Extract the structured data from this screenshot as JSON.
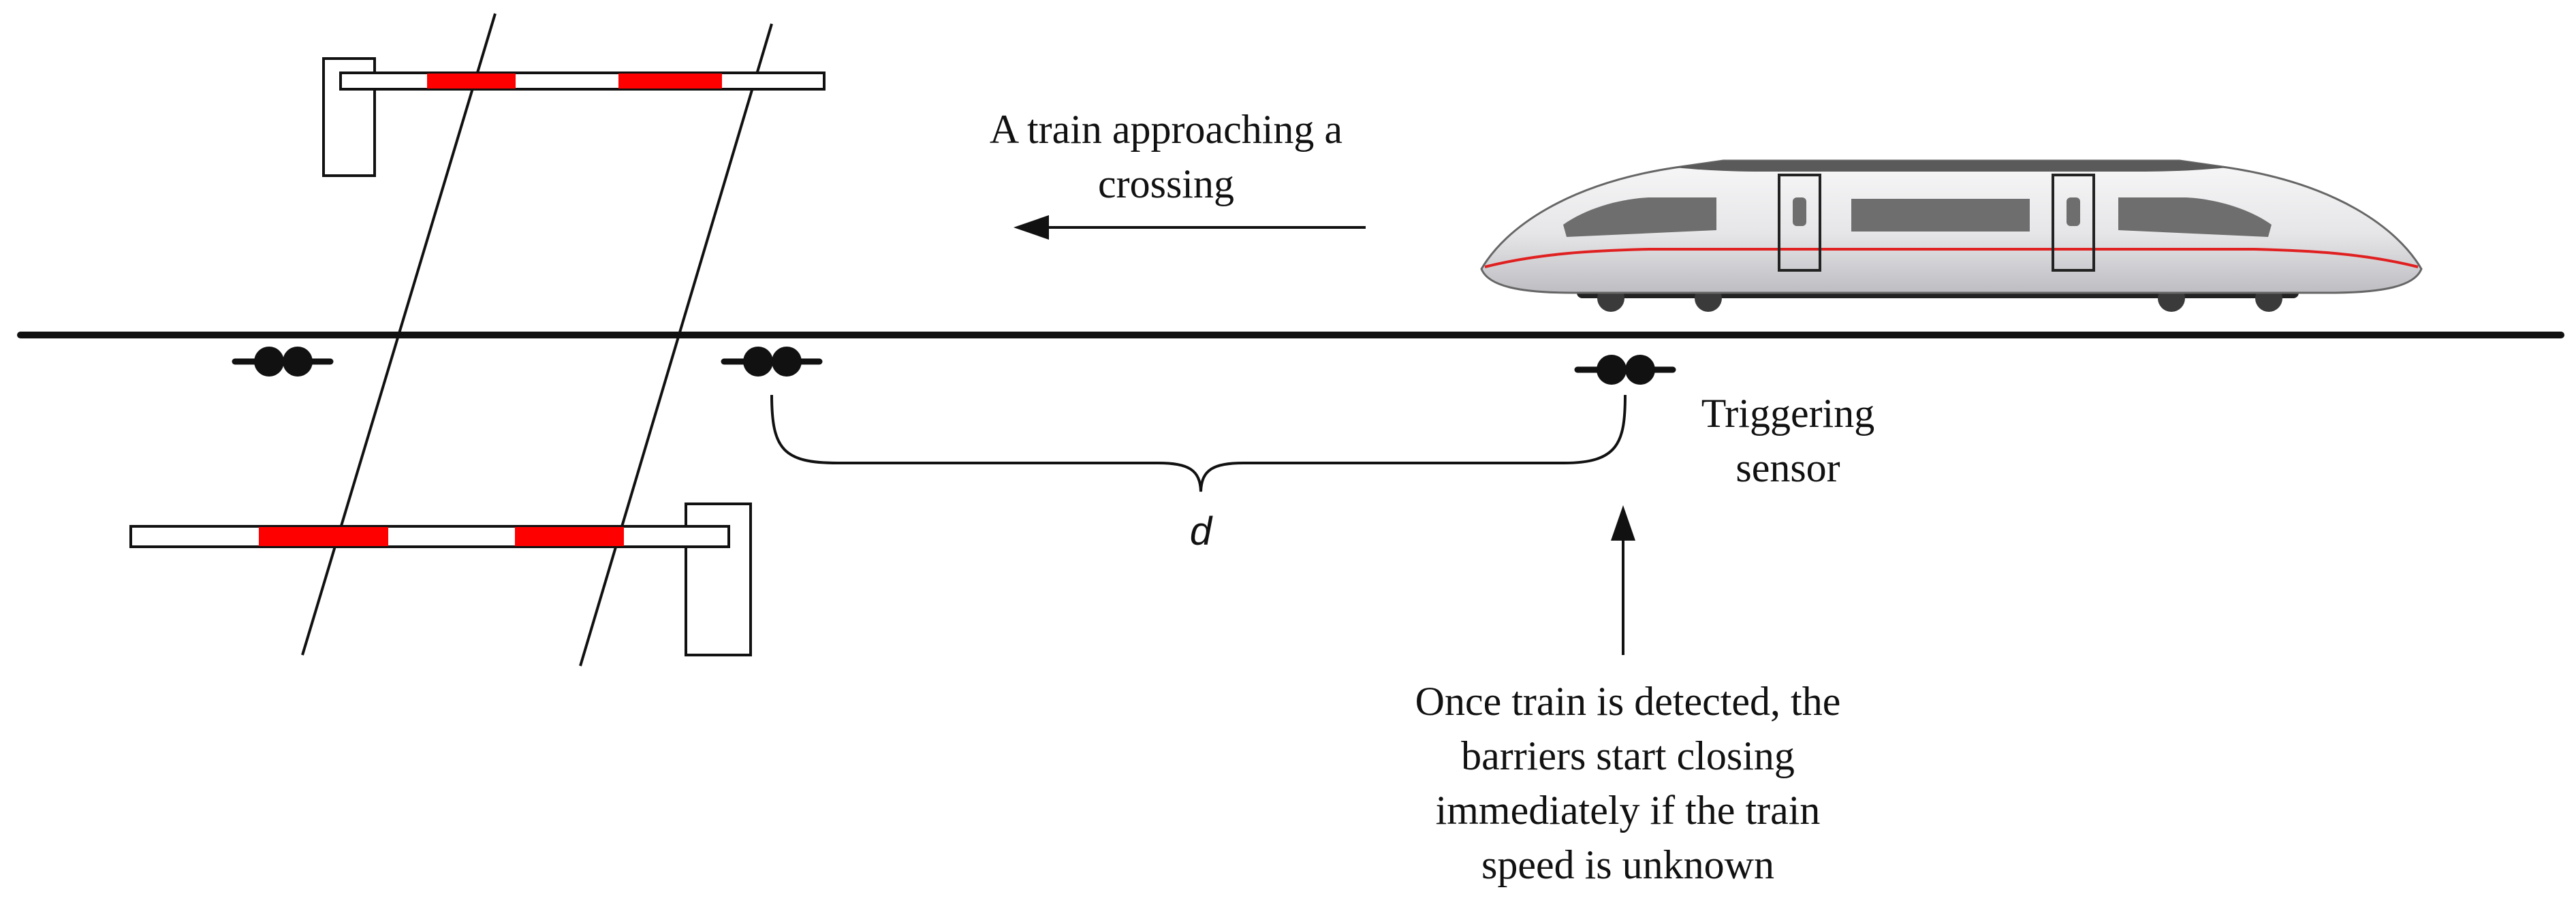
{
  "labels": {
    "approach_line1": "A train approaching a",
    "approach_line2": "crossing",
    "sensor_line1": "Triggering",
    "sensor_line2": "sensor",
    "distance": "d",
    "note_line1": "Once train is detected, the",
    "note_line2": "barriers start closing",
    "note_line3": "immediately if the train",
    "note_line4": "speed is unknown"
  },
  "colors": {
    "ink": "#111111",
    "barrier_stripe": "#ff0000",
    "train_body": "#e9e9ea",
    "train_window": "#6e6e6e",
    "train_stripe": "#e02020"
  },
  "icons": {
    "sensor": "axle-counter-sensor-icon",
    "train": "high-speed-train-icon",
    "barrier": "crossing-barrier-icon"
  }
}
